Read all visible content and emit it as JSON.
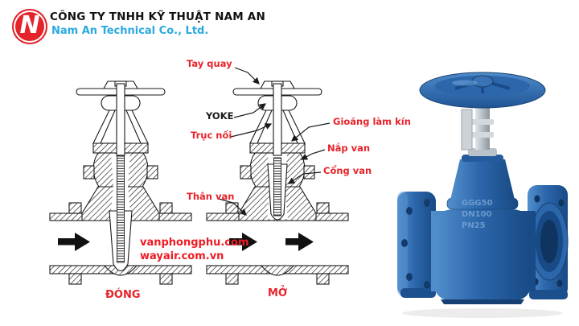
{
  "header": {
    "logo_letter": "N",
    "company_name_vi": "CÔNG TY TNHH KỸ THUẬT NAM AN",
    "company_name_en": "Nam An Technical Co., Ltd."
  },
  "diagram": {
    "labels": {
      "tay_quay": "Tay quay",
      "yoke": "YOKE",
      "truc_noi": "Trục nối",
      "gioang_lam_kin": "Gioăng làm kín",
      "nap_van": "Nắp van",
      "cong_van": "Cổng van",
      "than_van": "Thân van"
    },
    "state_closed": "ĐÓNG",
    "state_open": "MỞ"
  },
  "watermark": {
    "line1": "vanphongphu.com",
    "line2": "wayair.com.vn"
  },
  "photo": {
    "markings": {
      "m1": "GGG50",
      "m2": "DN100",
      "m3": "PN25"
    }
  },
  "colors": {
    "label_red": "#e8232b",
    "watermark_red": "#ee1c24",
    "brand_blue": "#2aa9e0",
    "logo_red": "#e4232b",
    "valve_blue": "#2c67ab",
    "line_black": "#1a1a1a"
  }
}
